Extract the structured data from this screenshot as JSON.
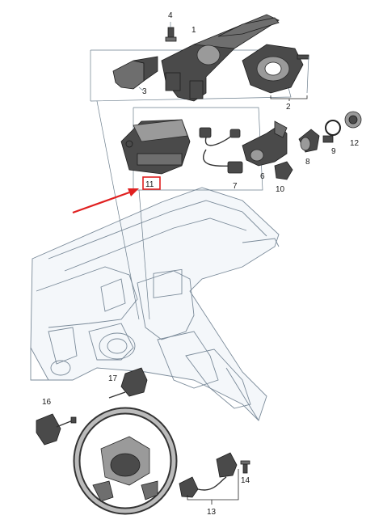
{
  "diagram": {
    "callouts": [
      {
        "id": "c1",
        "label": "1"
      },
      {
        "id": "c2",
        "label": "2"
      },
      {
        "id": "c3",
        "label": "3"
      },
      {
        "id": "c4",
        "label": "4"
      },
      {
        "id": "c6",
        "label": "6"
      },
      {
        "id": "c7",
        "label": "7"
      },
      {
        "id": "c8",
        "label": "8"
      },
      {
        "id": "c9",
        "label": "9"
      },
      {
        "id": "c10",
        "label": "10"
      },
      {
        "id": "c11",
        "label": "11"
      },
      {
        "id": "c12",
        "label": "12"
      },
      {
        "id": "c13",
        "label": "13"
      },
      {
        "id": "c14",
        "label": "14"
      },
      {
        "id": "c16",
        "label": "16"
      },
      {
        "id": "c17",
        "label": "17"
      }
    ],
    "highlight_color": "#e02020",
    "arrow_color": "#e02020"
  }
}
